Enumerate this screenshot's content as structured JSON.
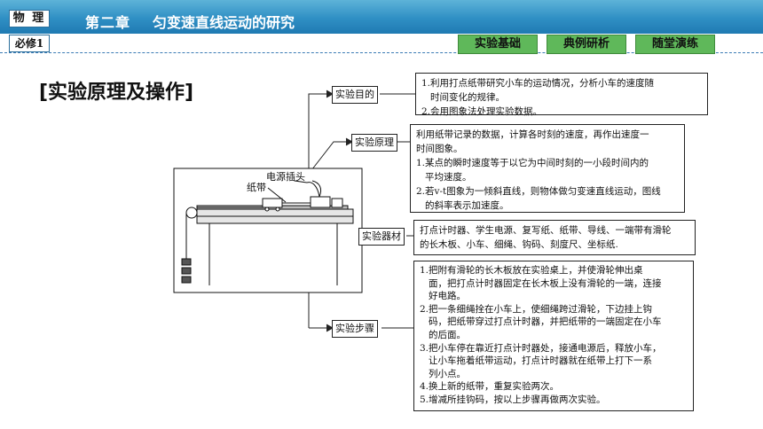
{
  "header": {
    "subject": "物 理",
    "module": "必修1",
    "chapter": "第二章",
    "title": "匀变速直线运动的研究",
    "tabs": [
      "实验基础",
      "典例研析",
      "随堂演练"
    ]
  },
  "heading": "[实验原理及操作]",
  "diagram": {
    "apparatus_labels": {
      "plug": "电源插头",
      "tape": "纸带"
    },
    "nodes": [
      {
        "label": "实验目的",
        "lines": [
          "1.利用打点纸带研究小车的运动情况，分析小车的速度随",
          "时间变化的规律。",
          "2.会用图象法处理实验数据。"
        ]
      },
      {
        "label": "实验原理",
        "lines": [
          "利用纸带记录的数据，计算各时刻的速度，再作出速度一",
          "时间图象。",
          "1.某点的瞬时速度等于以它为中间时刻的一小段时间内的",
          "平均速度。",
          "2.若v-t图象为一倾斜直线，则物体做匀变速直线运动，图线",
          "的斜率表示加速度。"
        ]
      },
      {
        "label": "实验器材",
        "lines": [
          "打点计时器、学生电源、复写纸、纸带、导线、一端带有滑轮",
          "的长木板、小车、细绳、钩码、刻度尺、坐标纸."
        ]
      },
      {
        "label": "实验步骤",
        "lines": [
          "1.把附有滑轮的长木板放在实验桌上，并使滑轮伸出桌",
          "面，把打点计时器固定在长木板上没有滑轮的一端，连接",
          "好电路。",
          "2.把一条细绳拴在小车上，使细绳跨过滑轮，下边挂上钩",
          "码，把纸带穿过打点计时器，并把纸带的一端固定在小车",
          "的后面。",
          "3.把小车停在靠近打点计时器处，接通电源后，释放小车，",
          "让小车拖着纸带运动，打点计时器就在纸带上打下一系",
          "列小点。",
          "4.换上新的纸带，重复实验两次。",
          "5.增减所挂钩码，按以上步骤再做两次实验。"
        ]
      }
    ]
  },
  "colors": {
    "header_blue": "#2f8fc4",
    "tab_green": "#5fb85a",
    "dash": "#3b7bb5"
  }
}
